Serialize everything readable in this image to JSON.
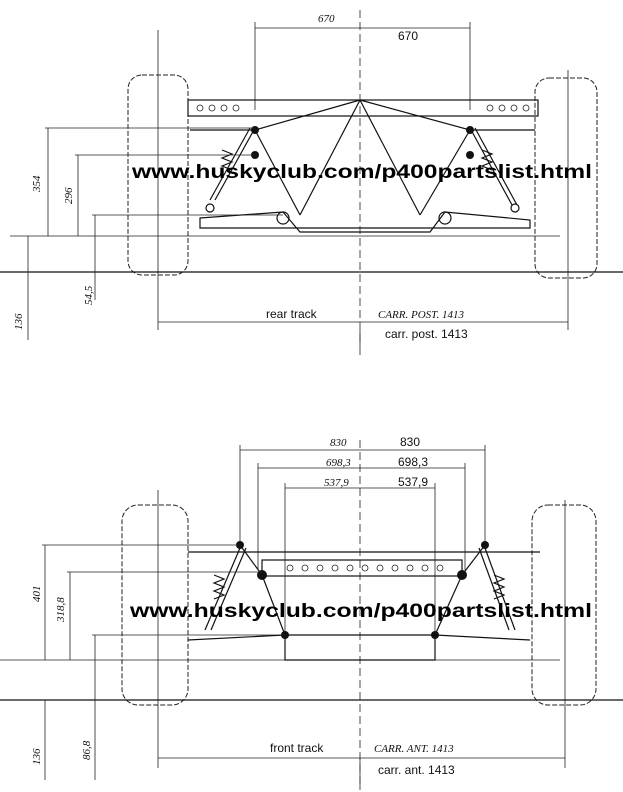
{
  "watermark": "www.huskyclub.com/p400partslist.html",
  "rear": {
    "track_label": "rear track",
    "carr_hw": "CARR. POST. 1413",
    "carr_typed": "carr. post. 1413",
    "width_hw": "670",
    "width_typed": "670",
    "height_354": "354",
    "height_296": "296",
    "height_54": "54,5",
    "ground_136": "136"
  },
  "front": {
    "track_label": "front track",
    "carr_hw": "CARR. ANT. 1413",
    "carr_typed": "carr. ant. 1413",
    "w1_hw": "830",
    "w1_typed": "830",
    "w2_hw": "698,3",
    "w2_typed": "698,3",
    "w3_hw": "537,9",
    "w3_typed": "537,9",
    "height_401": "401",
    "height_318": "318,8",
    "height_86": "86,8",
    "ground_136": "136"
  }
}
